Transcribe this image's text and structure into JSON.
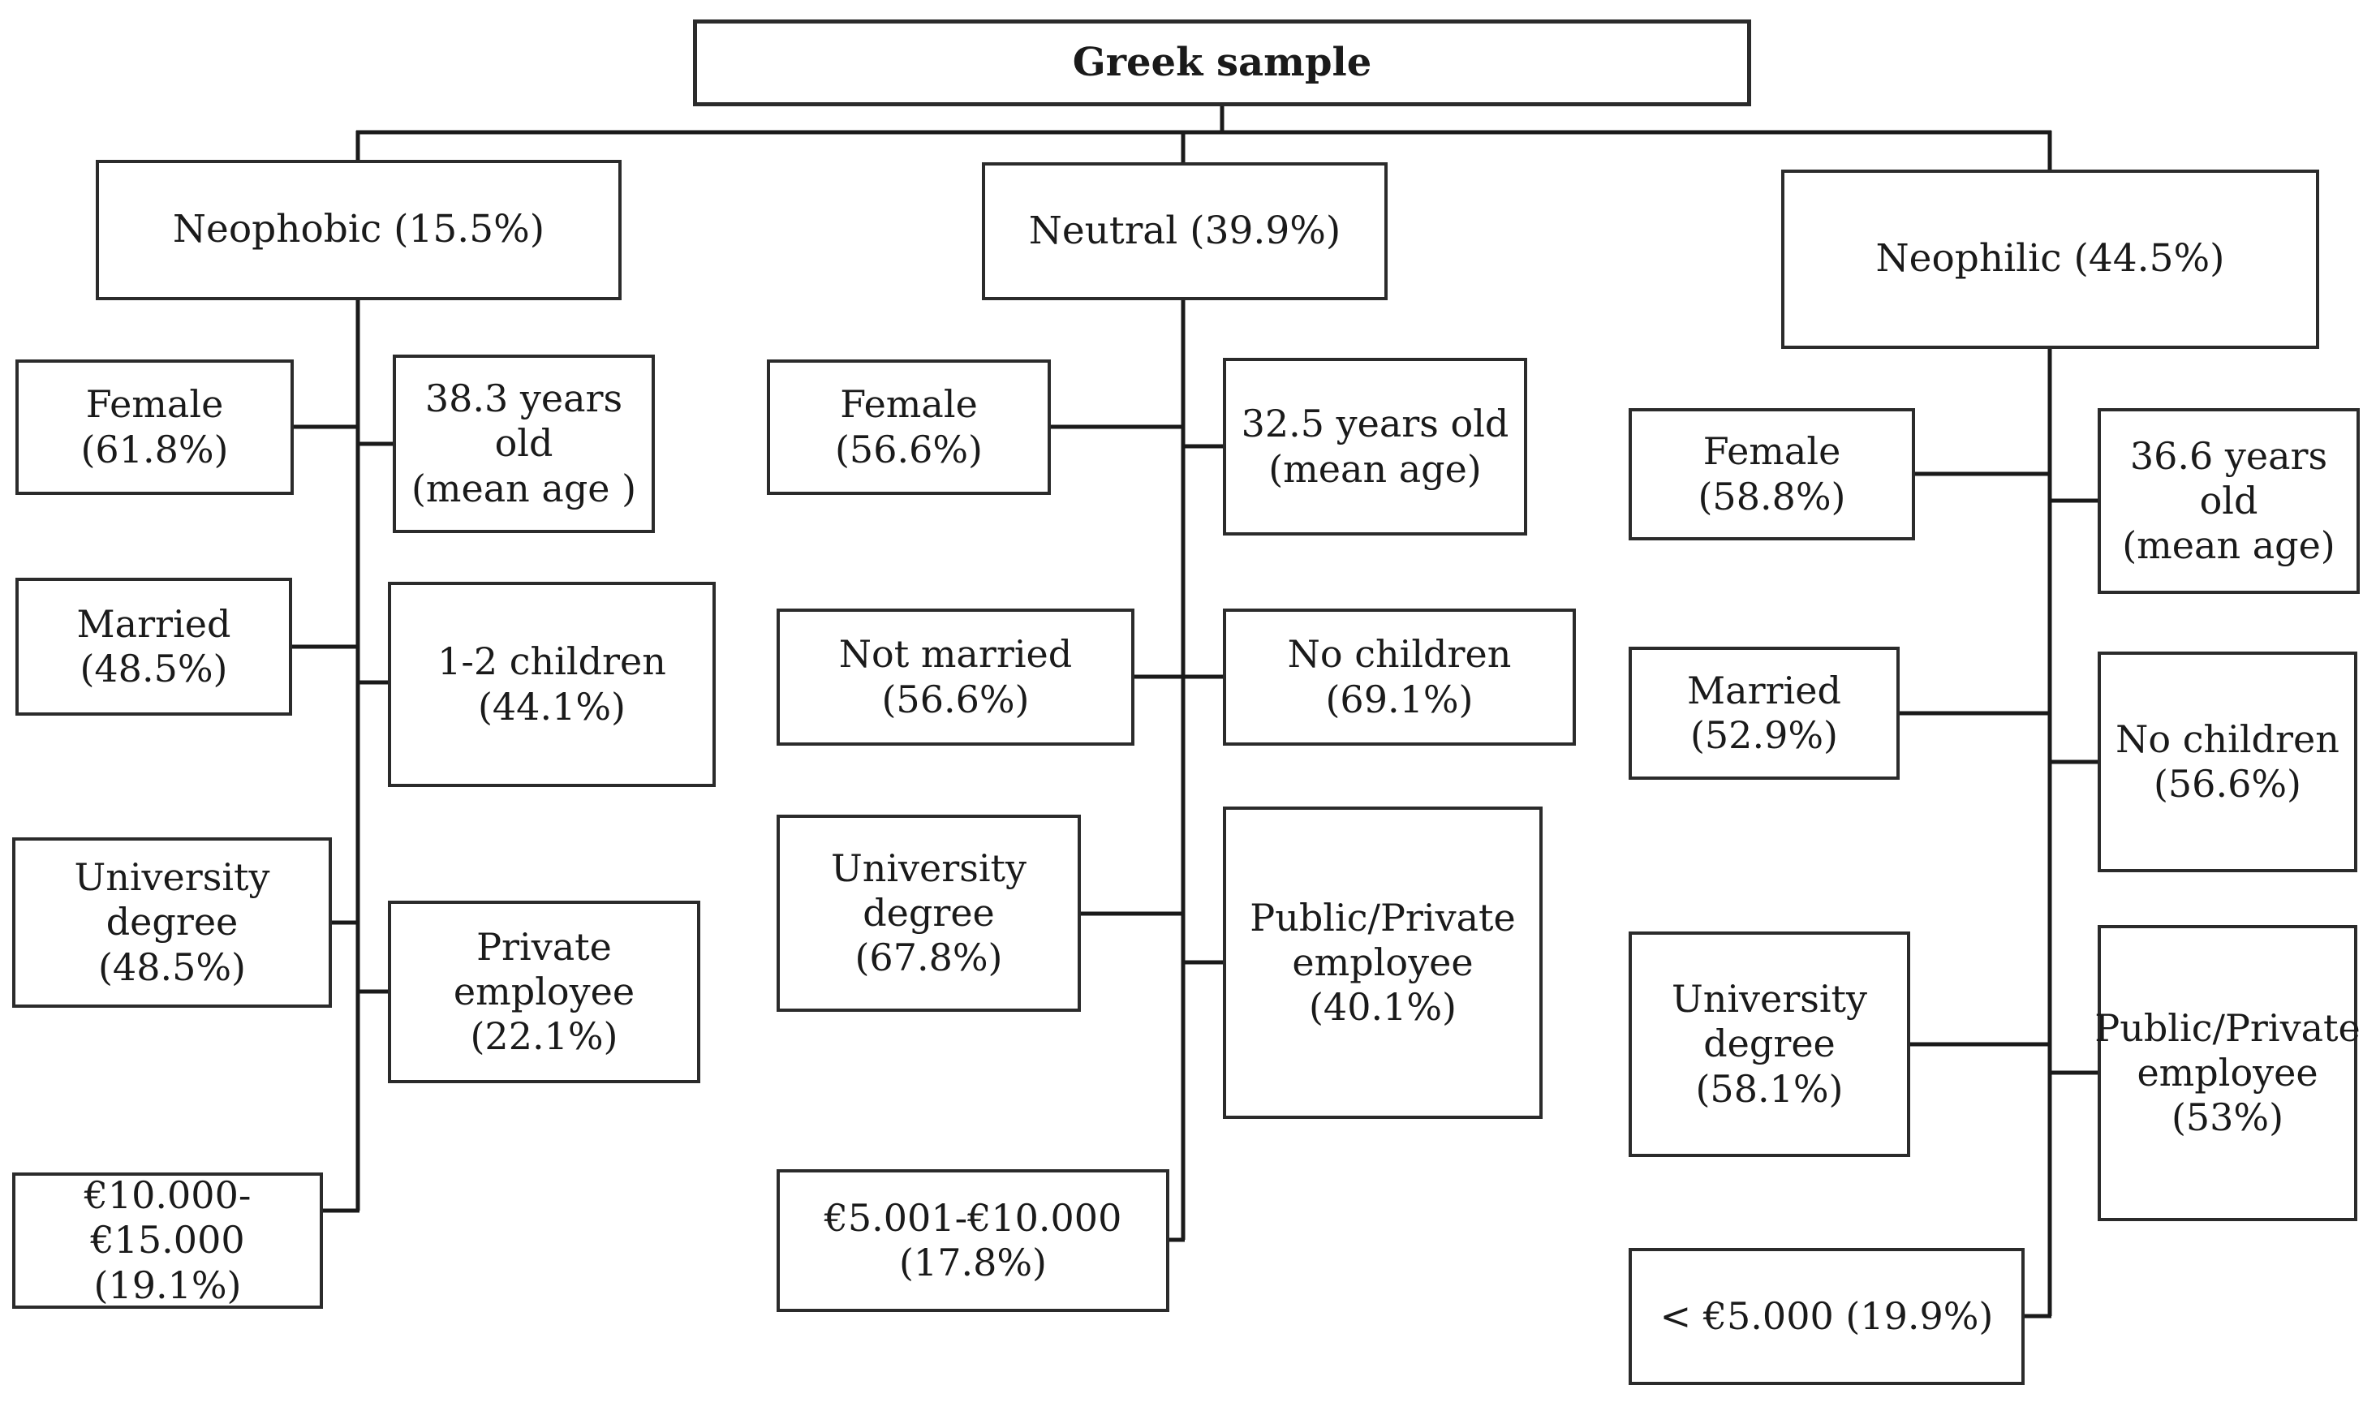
{
  "title": "Greek sample",
  "colors": {
    "background": "#ffffff",
    "box_border": "#2b2b2b",
    "connector_line": "#1a1a1a",
    "text": "#1a1a1a"
  },
  "groups": [
    {
      "label": "Neophobic (15.5%)",
      "nodes": [
        "Female (61.8%)",
        "38.3 years old\n(mean age )",
        "Married\n(48.5%)",
        "1-2 children\n(44.1%)",
        "University degree\n(48.5%)",
        "Private employee\n(22.1%)",
        "€10.000-€15.000\n(19.1%)"
      ]
    },
    {
      "label": "Neutral (39.9%)",
      "nodes": [
        "Female (56.6%)",
        "32.5 years old\n(mean age)",
        "Not married (56.6%)",
        "No children (69.1%)",
        "University\ndegree (67.8%)",
        "Public/Private\nemployee (40.1%)",
        "€5.001-€10.000 (17.8%)"
      ]
    },
    {
      "label": "Neophilic (44.5%)",
      "nodes": [
        "Female (58.8%)",
        "36.6 years old\n(mean age)",
        "Married\n(52.9%)",
        "No children\n(56.6%)",
        "University\ndegree (58.1%)",
        "Public/Private\nemployee\n(53%)",
        "< €5.000 (19.9%)"
      ]
    }
  ]
}
